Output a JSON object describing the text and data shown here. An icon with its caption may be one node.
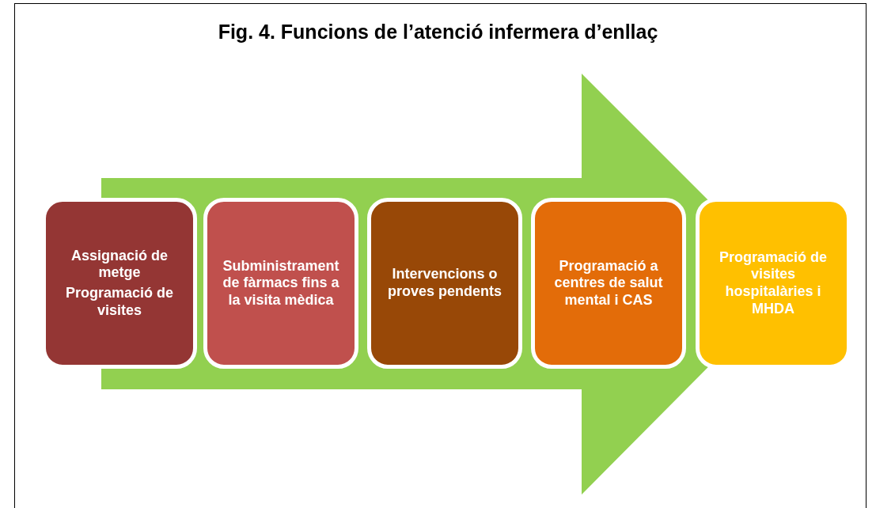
{
  "diagram": {
    "title": "Fig. 4. Funcions de l’atenció infermera d’enllaç",
    "nodes": [
      {
        "text": [
          "Assignació de metge",
          "Programació de visites"
        ]
      },
      {
        "text": [
          "Subministrament de fàrmacs fins a la visita mèdica"
        ]
      },
      {
        "text": [
          "Intervencions o proves pendents"
        ]
      },
      {
        "text": [
          "Programació a centres de salut mental i CAS"
        ]
      },
      {
        "text": [
          "Programació de visites hospitalàries i MHDA"
        ]
      }
    ],
    "edges": [
      {
        "from": 0,
        "to": 4,
        "arrow": "to"
      }
    ]
  }
}
